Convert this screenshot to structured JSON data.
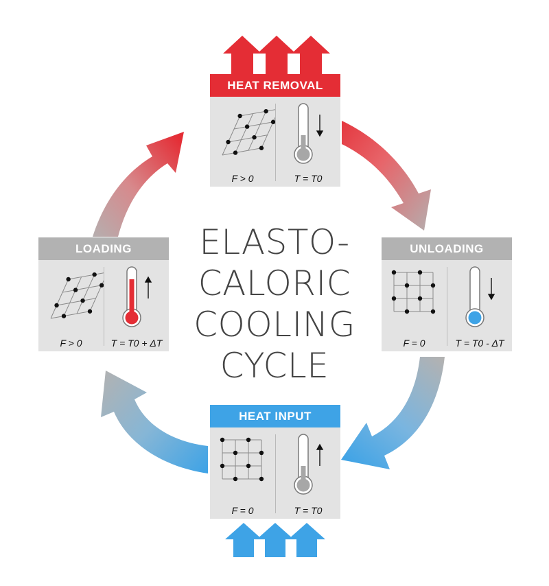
{
  "title_lines": [
    "ELASTO-",
    "CALORIC",
    "COOLING",
    "CYCLE"
  ],
  "colors": {
    "heat": "#e42d35",
    "cool": "#3ea3e6",
    "neutral": "#b2b2b2",
    "panel": "#e3e3e3",
    "title": "#444444"
  },
  "stages": {
    "heat_removal": {
      "header": "HEAT REMOVAL",
      "force": "F > 0",
      "temperature": "T = T0",
      "lattice": "sheared",
      "thermometer": "neutral",
      "arrow": "down"
    },
    "unloading": {
      "header": "UNLOADING",
      "force": "F = 0",
      "temperature": "T = T0 - ΔT",
      "lattice": "square",
      "thermometer": "cold",
      "arrow": "down"
    },
    "heat_input": {
      "header": "HEAT INPUT",
      "force": "F = 0",
      "temperature": "T = T0",
      "lattice": "square",
      "thermometer": "neutral",
      "arrow": "up"
    },
    "loading": {
      "header": "LOADING",
      "force": "F > 0",
      "temperature": "T = T0 + ΔT",
      "lattice": "sheared",
      "thermometer": "hot",
      "arrow": "up"
    }
  },
  "icons": {
    "heat_out": "up-arrows-red",
    "heat_in": "up-arrows-blue",
    "cycle": "circular-arrows"
  }
}
